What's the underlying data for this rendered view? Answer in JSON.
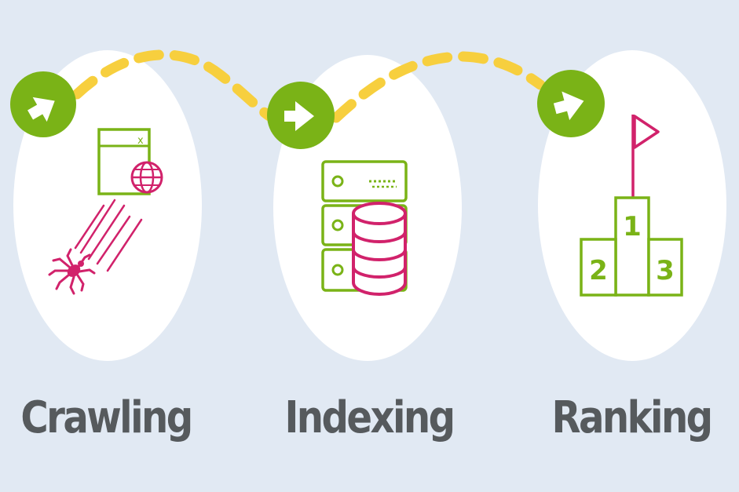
{
  "colors": {
    "background": "#e1e9f3",
    "circle": "#ffffff",
    "arrow_badge": "#7ab317",
    "path_dash": "#f7cf3e",
    "icon_green": "#7ab317",
    "icon_pink": "#d1226b",
    "label_text": "#565a5d"
  },
  "steps": [
    {
      "label": "Crawling",
      "icon": "spider-browser-icon"
    },
    {
      "label": "Indexing",
      "icon": "server-database-icon"
    },
    {
      "label": "Ranking",
      "icon": "podium-flag-icon"
    }
  ],
  "podium": {
    "first": "1",
    "second": "2",
    "third": "3"
  }
}
